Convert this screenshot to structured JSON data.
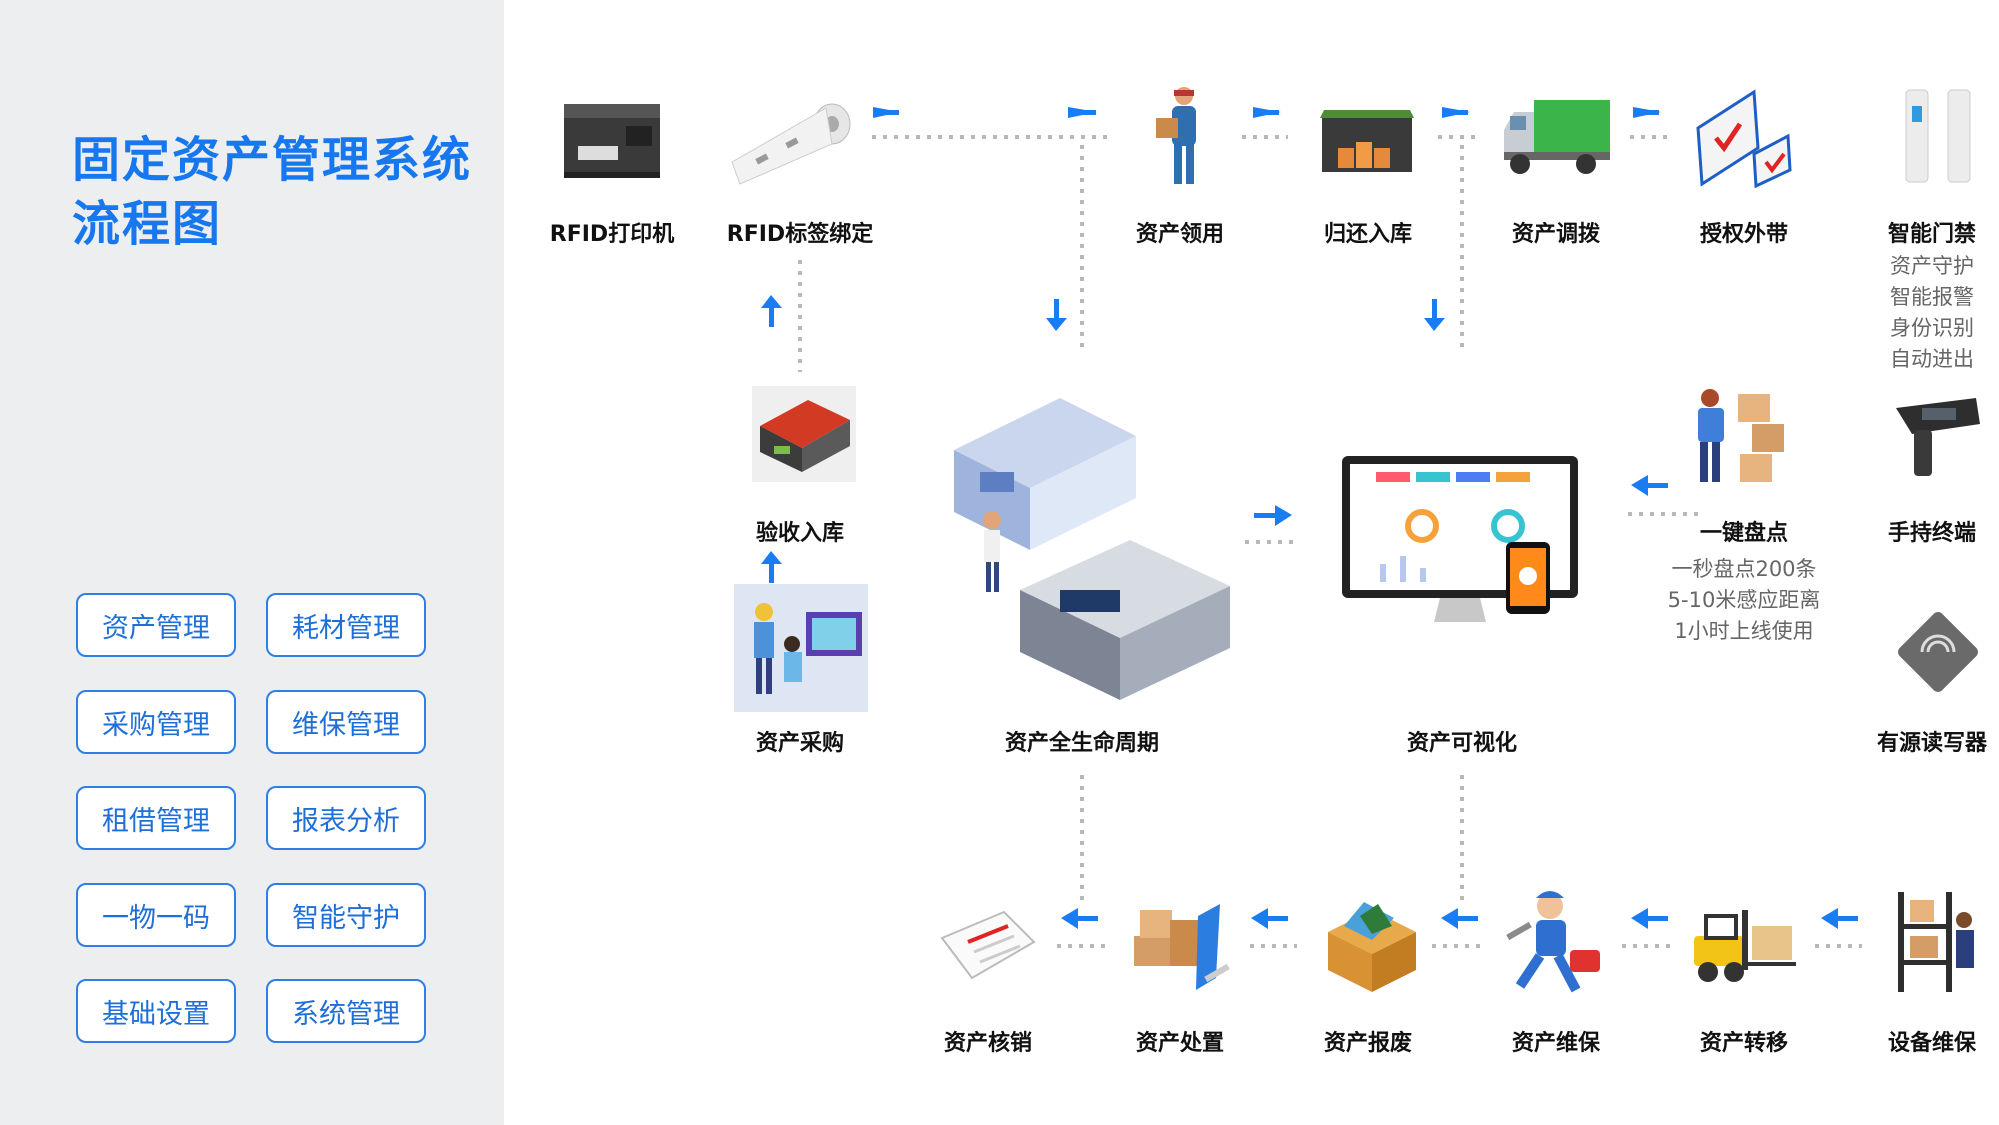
{
  "title_lines": [
    "固定资产管理系统",
    "流程图"
  ],
  "menu": [
    "资产管理",
    "耗材管理",
    "采购管理",
    "维保管理",
    "租借管理",
    "报表分析",
    "一物一码",
    "智能守护",
    "基础设置",
    "系统管理"
  ],
  "nodes": {
    "printer": "RFID打印机",
    "tag": "RFID标签绑定",
    "receive": "资产领用",
    "return": "归还入库",
    "transfer": "资产调拨",
    "authorize": "授权外带",
    "gate": "智能门禁",
    "handheld": "手持终端",
    "reader": "有源读写器",
    "inbound": "验收入库",
    "purchase": "资产采购",
    "lifecycle": "资产全生命周期",
    "visual": "资产可视化",
    "inventory": "一键盘点",
    "writeoff": "资产核销",
    "dispose": "资产处置",
    "scrap": "资产报废",
    "maintain": "资产维保",
    "move": "资产转移",
    "device": "设备维保"
  },
  "gate_features": [
    "资产守护",
    "智能报警",
    "身份识别",
    "自动进出"
  ],
  "inventory_features": [
    "一秒盘点200条",
    "5-10米感应距离",
    "1小时上线使用"
  ],
  "colors": {
    "accent": "#1677ee",
    "arrow": "#1a7cf2",
    "dots": "#b8b8b8",
    "sidebar": "#eceeef"
  }
}
